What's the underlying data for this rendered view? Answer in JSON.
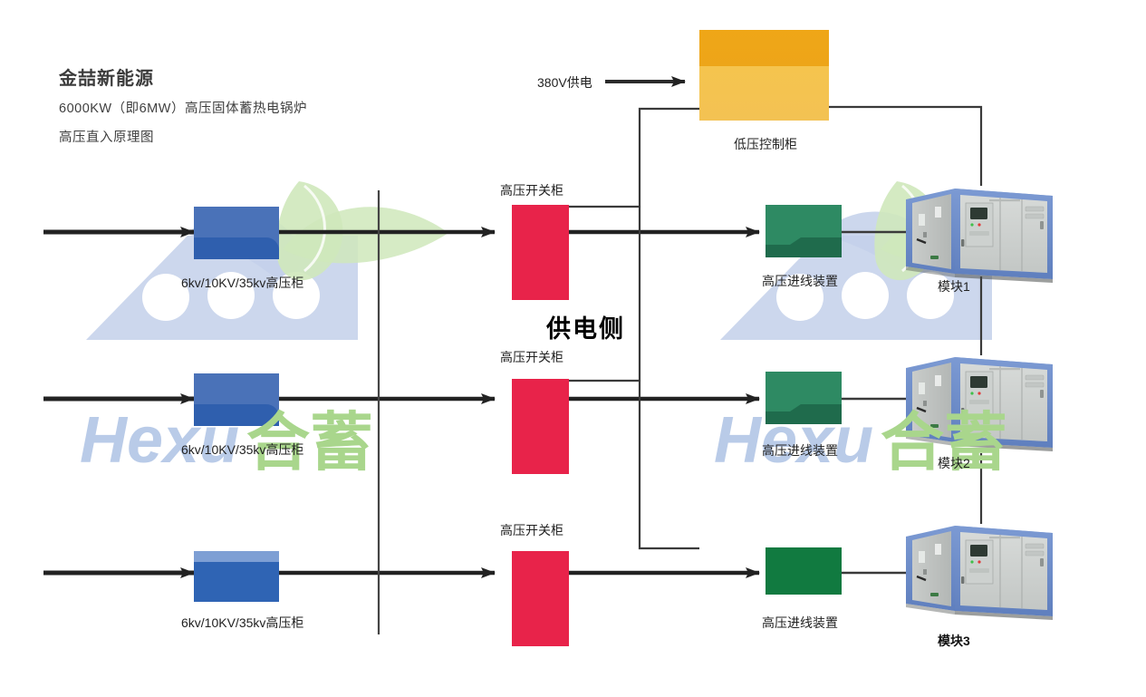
{
  "header": {
    "company": "金喆新能源",
    "line1": "6000KW（即6MW）高压固体蓄热电锅炉",
    "line2": "高压直入原理图"
  },
  "diagram": {
    "supply_side_label": "供电侧",
    "incoming_power_label": "380V供电",
    "control_cabinet_label": "低压控制柜",
    "hv_cabinet_label": "6kv/10KV/35kv高压柜",
    "hv_switchgear_label": "高压开关柜",
    "hv_incoming_label": "高压进线装置",
    "modules": [
      {
        "label": "模块1"
      },
      {
        "label": "模块2"
      },
      {
        "label": "模块3"
      }
    ],
    "rows": [
      {
        "hv_cabinet": "6kv/10KV/35kv高压柜",
        "switchgear": "高压开关柜",
        "incoming": "高压进线装置",
        "module": "模块1"
      },
      {
        "hv_cabinet": "6kv/10KV/35kv高压柜",
        "switchgear": "高压开关柜",
        "incoming": "高压进线装置",
        "module": "模块2"
      },
      {
        "hv_cabinet": "6kv/10KV/35kv高压柜",
        "switchgear": "高压开关柜",
        "incoming": "高压进线装置",
        "module": "模块3"
      }
    ]
  },
  "watermark": {
    "latin": "Hexu",
    "cjk": "合蓄"
  },
  "colors": {
    "blue_cabinet": "#4a72b8",
    "blue_cabinet_dark": "#2f5fae",
    "blue_cabinet_light": "#7e9fd4",
    "red_cabinet": "#e8234a",
    "green_cabinet": "#2e8a63",
    "green_cabinet_dark": "#1f6b4c",
    "orange_top": "#efa61b",
    "orange_bottom": "#f5c martial",
    "orange_bottom_fix": "#f4c košt",
    "line": "#3a3a3a",
    "watermark_blue": "#b9cbe8",
    "watermark_green": "#bfe0a8",
    "module_frame": "#6d8fc9",
    "module_panel": "#b9bcbb"
  }
}
